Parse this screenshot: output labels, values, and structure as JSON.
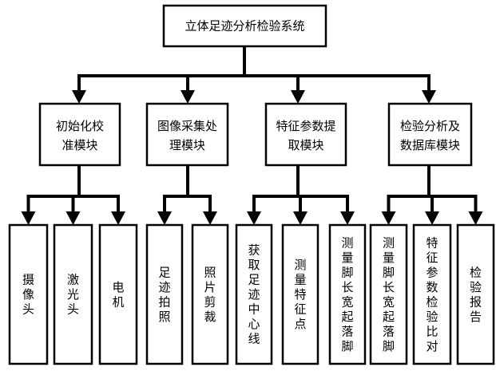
{
  "root": "立体足迹分析检验系统",
  "modules": [
    {
      "label": [
        "初始化校",
        "准模块"
      ],
      "children": [
        "摄像头",
        "激光头",
        "电机"
      ]
    },
    {
      "label": [
        "图像采集处",
        "理模块"
      ],
      "children": [
        "足迹拍照",
        "照片剪裁"
      ]
    },
    {
      "label": [
        "特征参数提",
        "取模块"
      ],
      "children": [
        "获取足迹中心线",
        "测量特征点",
        "测量脚长宽起落脚"
      ]
    },
    {
      "label": [
        "检验分析及",
        "数据库模块"
      ],
      "children": [
        "测量脚长宽起落脚",
        "特征参数检验比对",
        "检验报告"
      ]
    }
  ]
}
